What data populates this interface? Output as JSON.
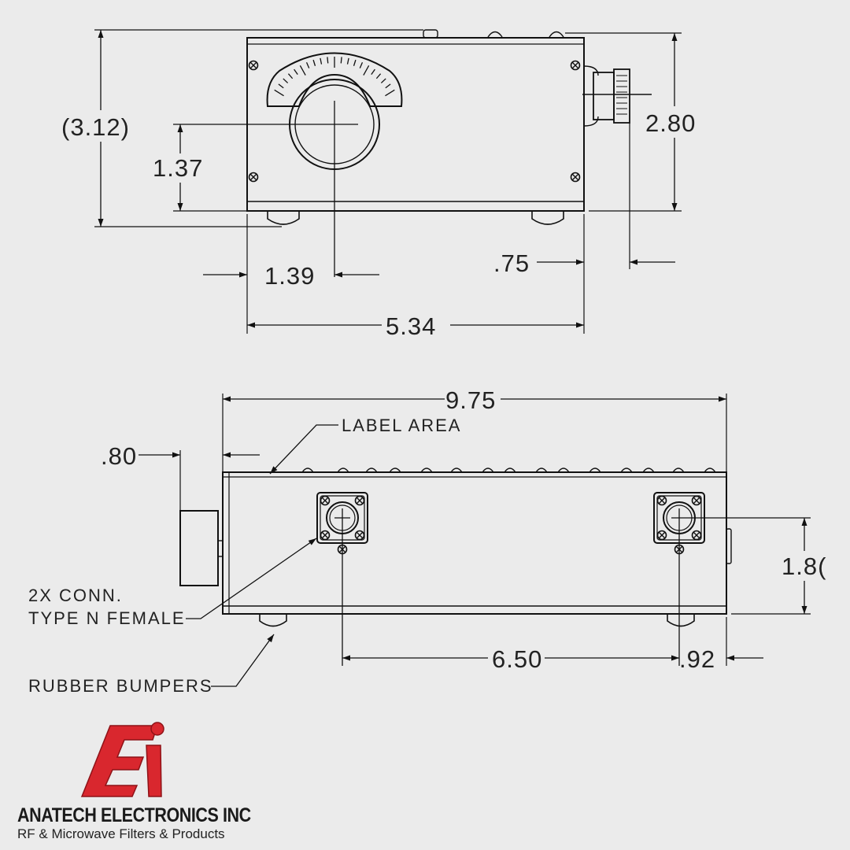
{
  "top_view": {
    "dim_overall_height": "(3.12)",
    "dim_box_height": "2.80",
    "dim_meter_center_height": "1.37",
    "dim_meter_center_x": "1.39",
    "dim_connector_offset": ".75",
    "dim_box_width": "5.34"
  },
  "side_view": {
    "dim_length": "9.75",
    "dim_left_offset": ".80",
    "dim_connector_height": "1.8(",
    "dim_connector_spacing": "6.50",
    "dim_right_offset": ".92",
    "label_area": "LABEL AREA",
    "connector_note_line1": "2X CONN.",
    "connector_note_line2": "TYPE N FEMALE",
    "bumpers_note": "RUBBER BUMPERS"
  },
  "brand": {
    "name": "ANATECH ELECTRONICS INC",
    "tagline": "RF & Microwave Filters & Products",
    "logo_color": "#d9272e"
  }
}
